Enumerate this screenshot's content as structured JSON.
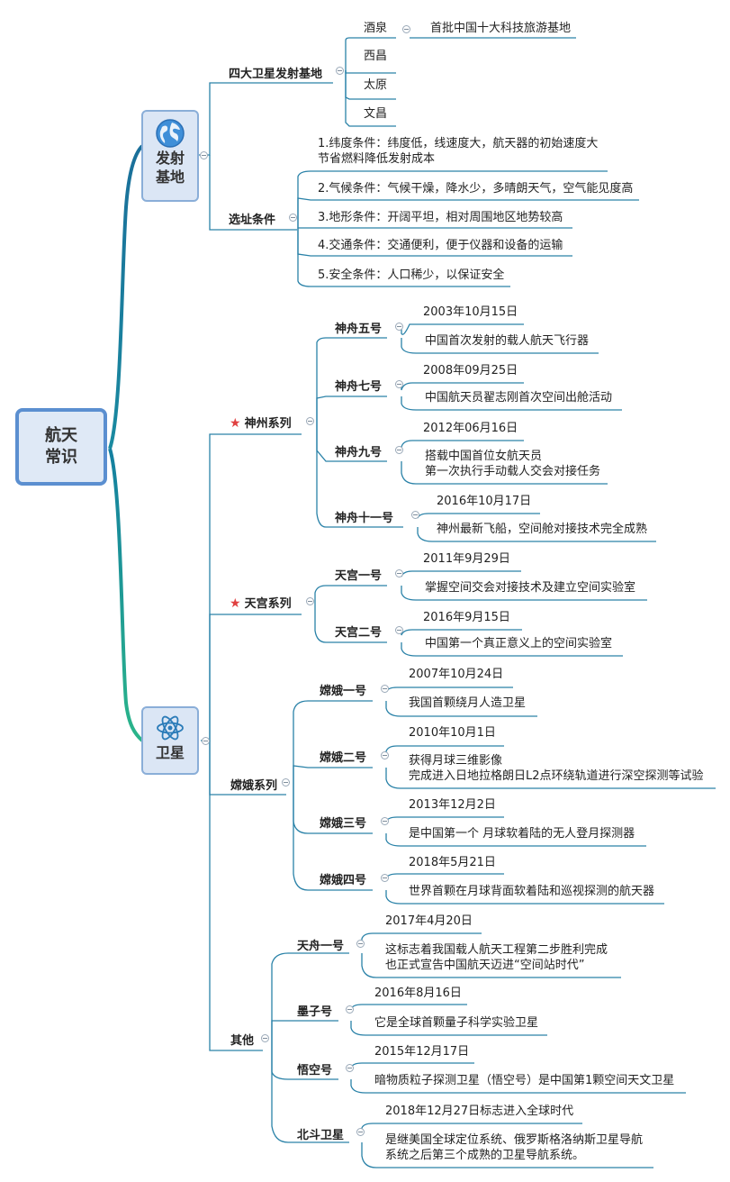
{
  "root": {
    "line1": "航天",
    "line2": "常识"
  },
  "launch": {
    "title1": "发射",
    "title2": "基地",
    "four_bases": {
      "label": "四大卫星发射基地",
      "bases": [
        "酒泉",
        "西昌",
        "太原",
        "文昌"
      ],
      "jiuquan_note": "首批中国十大科技旅游基地"
    },
    "site": {
      "label": "选址条件",
      "conditions": [
        "1.纬度条件：纬度低，线速度大，航天器的初始速度大",
        "节省燃料降低发射成本",
        "2.气候条件：气候干燥，降水少，多晴朗天气，空气能见度高",
        "3.地形条件：开阔平坦，相对周围地区地势较高",
        "4.交通条件：交通便利，便于仪器和设备的运输",
        "5.安全条件：人口稀少，以保证安全"
      ]
    }
  },
  "satellite": {
    "title": "卫星",
    "shenzhou": {
      "label": "神州系列",
      "items": [
        {
          "name": "神舟五号",
          "date": "2003年10月15日",
          "desc": [
            "中国首次发射的载人航天飞行器"
          ]
        },
        {
          "name": "神舟七号",
          "date": "2008年09月25日",
          "desc": [
            "中国航天员翟志刚首次空间出舱活动"
          ]
        },
        {
          "name": "神舟九号",
          "date": "2012年06月16日",
          "desc": [
            "搭载中国首位女航天员",
            "第一次执行手动载人交会对接任务"
          ]
        },
        {
          "name": "神舟十一号",
          "date": "2016年10月17日",
          "desc": [
            "神州最新飞船，空间舱对接技术完全成熟"
          ]
        }
      ]
    },
    "tiangong": {
      "label": "天宫系列",
      "items": [
        {
          "name": "天宫一号",
          "date": "2011年9月29日",
          "desc": [
            "掌握空间交会对接技术及建立空间实验室"
          ]
        },
        {
          "name": "天宫二号",
          "date": "2016年9月15日",
          "desc": [
            "中国第一个真正意义上的空间实验室"
          ]
        }
      ]
    },
    "change": {
      "label": "嫦娥系列",
      "items": [
        {
          "name": "嫦娥一号",
          "date": "2007年10月24日",
          "desc": [
            "我国首颗绕月人造卫星"
          ]
        },
        {
          "name": "嫦娥二号",
          "date": "2010年10月1日",
          "desc": [
            "获得月球三维影像",
            "完成进入日地拉格朗日L2点环绕轨道进行深空探测等试验"
          ]
        },
        {
          "name": "嫦娥三号",
          "date": "2013年12月2日",
          "desc": [
            "是中国第一个 月球软着陆的无人登月探测器"
          ]
        },
        {
          "name": "嫦娥四号",
          "date": "2018年5月21日",
          "desc": [
            "世界首颗在月球背面软着陆和巡视探测的航天器"
          ]
        }
      ]
    },
    "other": {
      "label": "其他",
      "items": [
        {
          "name": "天舟一号",
          "date": "2017年4月20日",
          "desc": [
            "这标志着我国载人航天工程第二步胜利完成",
            "也正式宣告中国航天迈进“空间站时代”"
          ]
        },
        {
          "name": "墨子号",
          "date": "2016年8月16日",
          "desc": [
            "它是全球首颗量子科学实验卫星"
          ]
        },
        {
          "name": "悟空号",
          "date": "2015年12月17日",
          "desc": [
            "暗物质粒子探测卫星（悟空号）是中国第1颗空间天文卫星"
          ]
        },
        {
          "name": "北斗卫星",
          "date": "2018年12月27日标志进入全球时代",
          "desc": [
            "是继美国全球定位系统、俄罗斯格洛纳斯卫星导航",
            "系统之后第三个成熟的卫星导航系统。"
          ]
        }
      ]
    }
  },
  "colors": {
    "line": "#2a82a8",
    "underline": "#4a7ec0",
    "root_border": "#5b8fd0"
  }
}
